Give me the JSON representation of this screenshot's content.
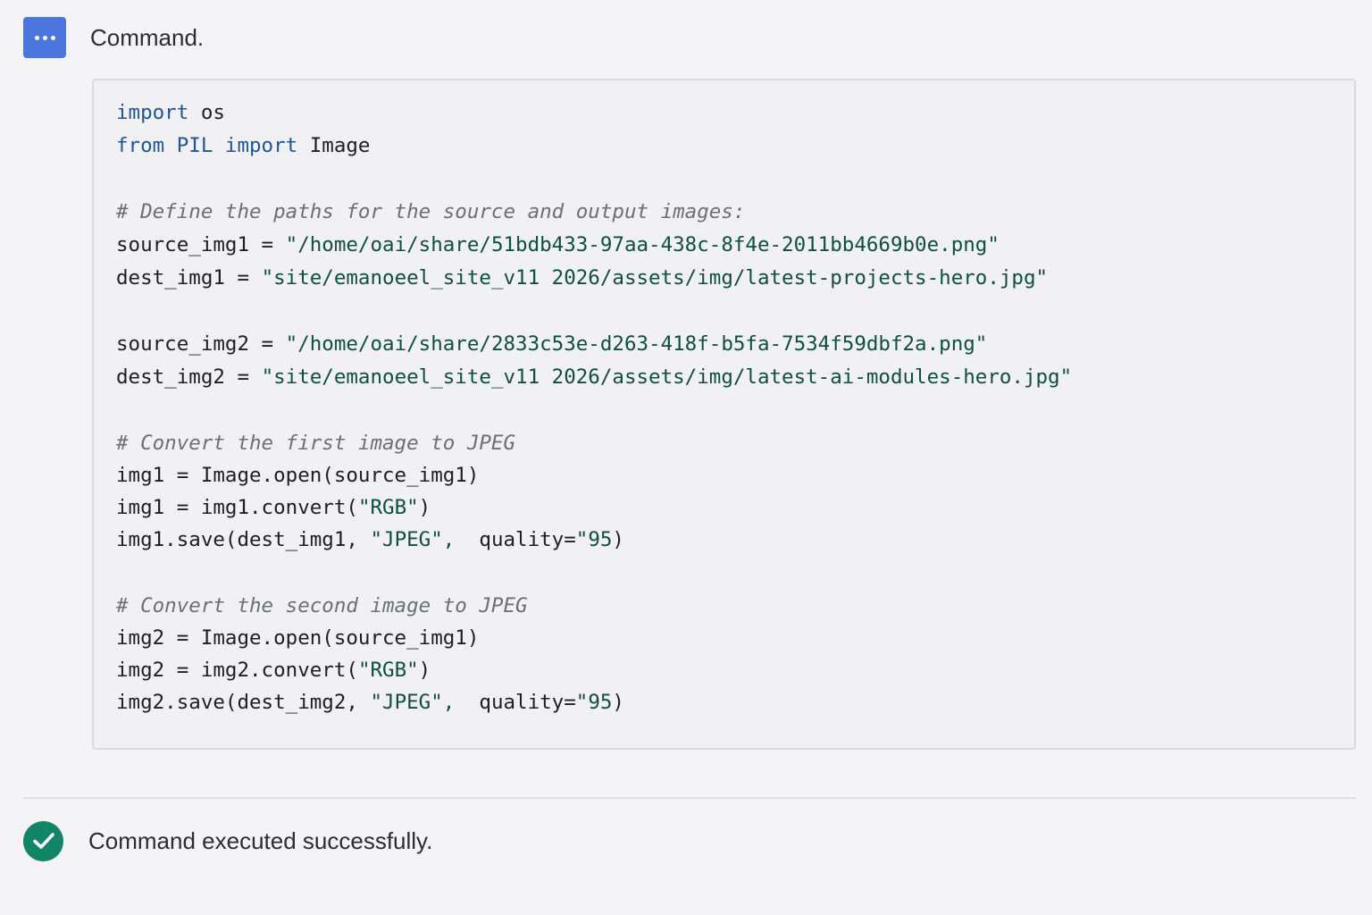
{
  "command": {
    "icon": "more-dots-icon",
    "title": "Command.",
    "accent_color": "#4a76de"
  },
  "code": {
    "lines": [
      [
        {
          "t": "import",
          "k": "kw"
        },
        {
          "t": " os",
          "k": "plain"
        }
      ],
      [
        {
          "t": "from",
          "k": "kw"
        },
        {
          "t": " ",
          "k": "plain"
        },
        {
          "t": "PIL",
          "k": "kw"
        },
        {
          "t": " ",
          "k": "plain"
        },
        {
          "t": "import",
          "k": "kw"
        },
        {
          "t": " Image",
          "k": "plain"
        }
      ],
      [],
      [
        {
          "t": "# Define the paths for the source and output images:",
          "k": "com"
        }
      ],
      [
        {
          "t": "source_img1 = ",
          "k": "plain"
        },
        {
          "t": "\"/home/oai/share/51bdb433-97aa-438c-8f4e-2011bb4669b0e.png\"",
          "k": "str"
        }
      ],
      [
        {
          "t": "dest_img1 = ",
          "k": "plain"
        },
        {
          "t": "\"site/emanoeel_site_v11 2026/assets/img/latest-projects-hero.jpg\"",
          "k": "str"
        }
      ],
      [],
      [
        {
          "t": "source_img2 = ",
          "k": "plain"
        },
        {
          "t": "\"/home/oai/share/2833c53e-d263-418f-b5fa-7534f59dbf2a.png\"",
          "k": "str"
        }
      ],
      [
        {
          "t": "dest_img2 = ",
          "k": "plain"
        },
        {
          "t": "\"site/emanoeel_site_v11 2026/assets/img/latest-ai-modules-hero.jpg\"",
          "k": "str"
        }
      ],
      [],
      [
        {
          "t": "# Convert the first image to JPEG",
          "k": "com"
        }
      ],
      [
        {
          "t": "img1 = Image.open(source_img1)",
          "k": "plain"
        }
      ],
      [
        {
          "t": "img1 = img1.convert(",
          "k": "plain"
        },
        {
          "t": "\"RGB\"",
          "k": "str"
        },
        {
          "t": ")",
          "k": "plain"
        }
      ],
      [
        {
          "t": "img1.save(dest_img1, ",
          "k": "plain"
        },
        {
          "t": "\"JPEG\",",
          "k": "str"
        },
        {
          "t": "  quality=",
          "k": "plain"
        },
        {
          "t": "\"95",
          "k": "str"
        },
        {
          "t": ")",
          "k": "plain"
        }
      ],
      [],
      [
        {
          "t": "# Convert the second image to JPEG",
          "k": "com"
        }
      ],
      [
        {
          "t": "img2 = Image.open(source_img1)",
          "k": "plain"
        }
      ],
      [
        {
          "t": "img2 = img2.convert(",
          "k": "plain"
        },
        {
          "t": "\"RGB\"",
          "k": "str"
        },
        {
          "t": ")",
          "k": "plain"
        }
      ],
      [
        {
          "t": "img2.save(dest_img2, ",
          "k": "plain"
        },
        {
          "t": "\"JPEG\",",
          "k": "str"
        },
        {
          "t": "  quality=",
          "k": "plain"
        },
        {
          "t": "\"95",
          "k": "str"
        },
        {
          "t": ")",
          "k": "plain"
        }
      ]
    ],
    "colors": {
      "keyword": "#1f5597",
      "string": "#0e4f45",
      "comment": "#6b7077",
      "plain": "#1d1f23"
    }
  },
  "status": {
    "icon": "check-circle-icon",
    "text": "Command executed successfully.",
    "color": "#128468"
  }
}
